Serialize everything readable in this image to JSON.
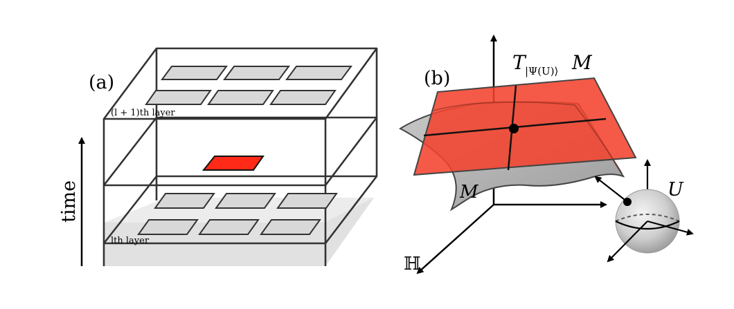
{
  "panel_a": {
    "label": "(a)",
    "upper_layer_label": "(l + 1)th layer",
    "lower_layer_label": "lth layer",
    "time_label": "time",
    "highlight_color": "#ff2a17"
  },
  "panel_b": {
    "label": "(b)",
    "tangent_label": "T|Ψ(U)⟩ M",
    "tangent_main": "T",
    "tangent_sub": "|Ψ(U)⟩",
    "tangent_M": "M",
    "manifold_label": "M",
    "hilbert_label": "ℍ",
    "unitary_label": "U",
    "tangent_color": "#f2432d"
  }
}
